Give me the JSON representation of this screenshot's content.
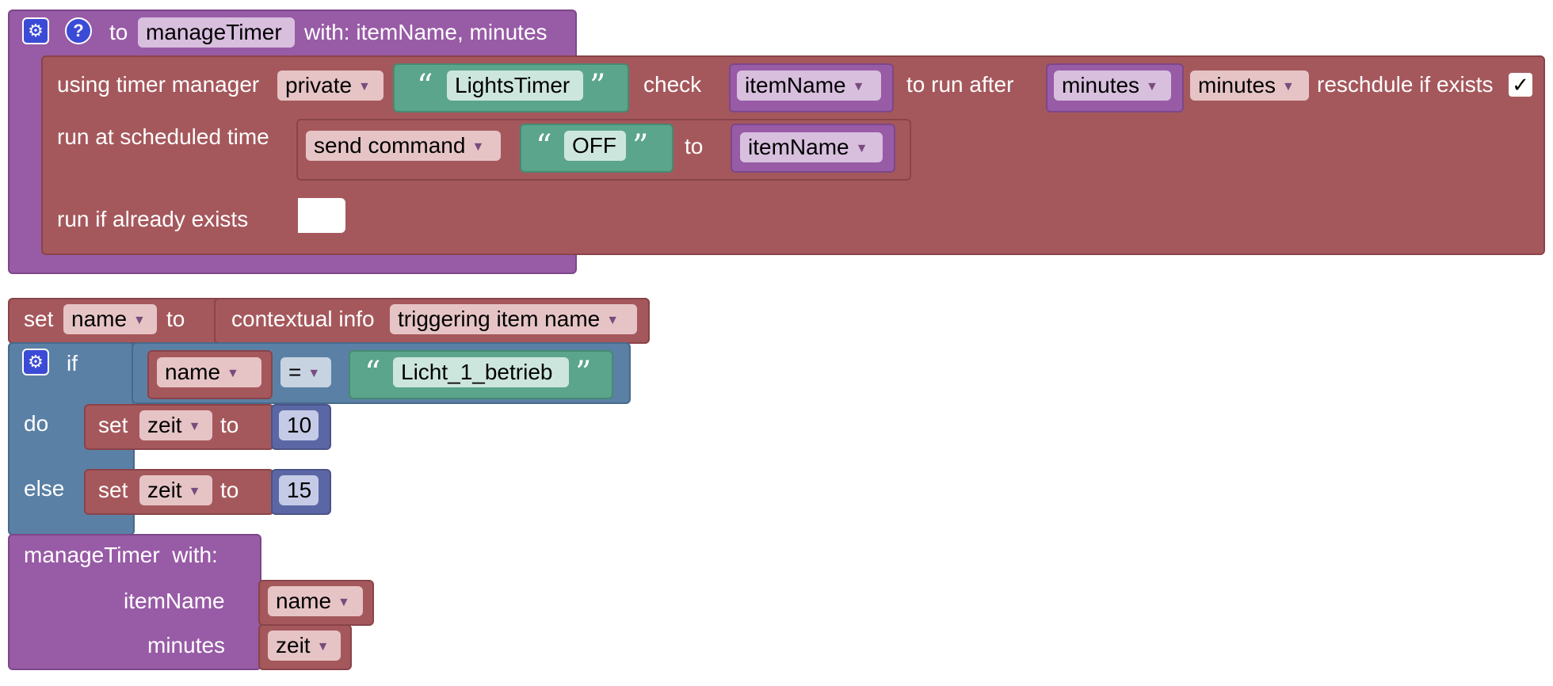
{
  "func": {
    "to_label": "to",
    "name": "manageTimer",
    "with_label": "with: itemName, minutes",
    "gear_icon": "gear-icon",
    "help_icon": "help-icon"
  },
  "timer": {
    "using_label": "using timer manager",
    "scope": "private",
    "timer_name": "LightsTimer",
    "check_label": "check",
    "check_item": "itemName",
    "run_after_label": "to run after",
    "delay_var": "minutes",
    "unit": "minutes",
    "reschedule_label": "reschdule if exists",
    "reschedule_checked": "✓",
    "run_scheduled_label": "run at scheduled time",
    "run_exists_label": "run if already exists"
  },
  "send": {
    "command": "send command",
    "value": "OFF",
    "to_label": "to",
    "item": "itemName"
  },
  "set_name": {
    "set_label": "set",
    "var": "name",
    "to_label": "to",
    "contextual_label": "contextual info",
    "contextual_value": "triggering item name"
  },
  "if_block": {
    "if_label": "if",
    "var": "name",
    "op": "=",
    "compare_value": "Licht_1_betrieb",
    "do_label": "do",
    "else_label": "else",
    "do_set": {
      "set": "set",
      "var": "zeit",
      "to": "to",
      "value": "10"
    },
    "else_set": {
      "set": "set",
      "var": "zeit",
      "to": "to",
      "value": "15"
    }
  },
  "call": {
    "name": "manageTimer",
    "with_label": "with:",
    "param1_label": "itemName",
    "param1_value": "name",
    "param2_label": "minutes",
    "param2_value": "zeit"
  },
  "colors": {
    "procedure": "#985ba6",
    "timer": "#a5585c",
    "logic": "#5b80a5",
    "text": "#5ba58c",
    "math": "#5b67a5"
  }
}
